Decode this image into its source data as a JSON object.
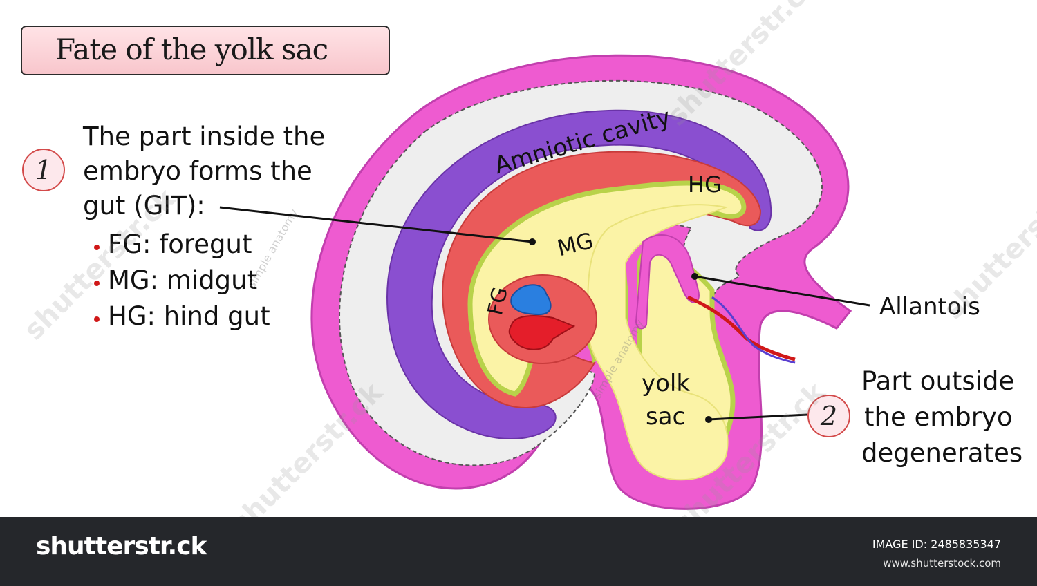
{
  "title": "Fate of the yolk sac",
  "point1": {
    "number": "1",
    "lines": [
      "The part inside the",
      "embryo forms the",
      "gut (GIT):"
    ],
    "bullets": [
      "FG: foregut",
      "MG: midgut",
      "HG: hind gut"
    ]
  },
  "point2": {
    "number": "2",
    "lines": [
      "Part outside",
      "the embryo",
      "degenerates"
    ]
  },
  "labels": {
    "amniotic_cavity": "Amniotic cavity",
    "hg": "HG",
    "mg": "MG",
    "fg": "FG",
    "allantois": "Allantois",
    "yolk": "yolk",
    "sac": "sac"
  },
  "watermarks": {
    "brand": "shutterstr.ck",
    "author": "simple anatomy"
  },
  "footer": {
    "logo": "shutterstr.ck",
    "image_id": "IMAGE ID: 2485835347",
    "url": "www.shutterstock.com"
  },
  "colors": {
    "amnion": "#ee5bd0",
    "cavity": "#ececec",
    "neural_tube": "#8a4fd0",
    "mesoderm": "#ea5a5a",
    "endoderm": "#b8d24a",
    "yolk": "#fbf3a6",
    "heart_blue": "#2a7fe0",
    "heart_red": "#e41e2a"
  }
}
